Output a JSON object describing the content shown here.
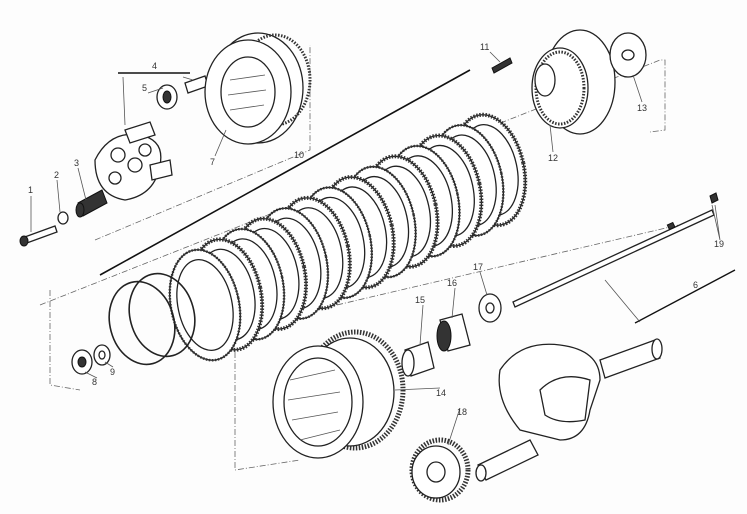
{
  "diagram": {
    "title": "Clutch assembly exploded view",
    "callouts": [
      "1",
      "2",
      "3",
      "4",
      "5",
      "6",
      "7",
      "8",
      "9",
      "10",
      "11",
      "12",
      "13",
      "14",
      "15",
      "16",
      "17",
      "18",
      "19"
    ]
  }
}
